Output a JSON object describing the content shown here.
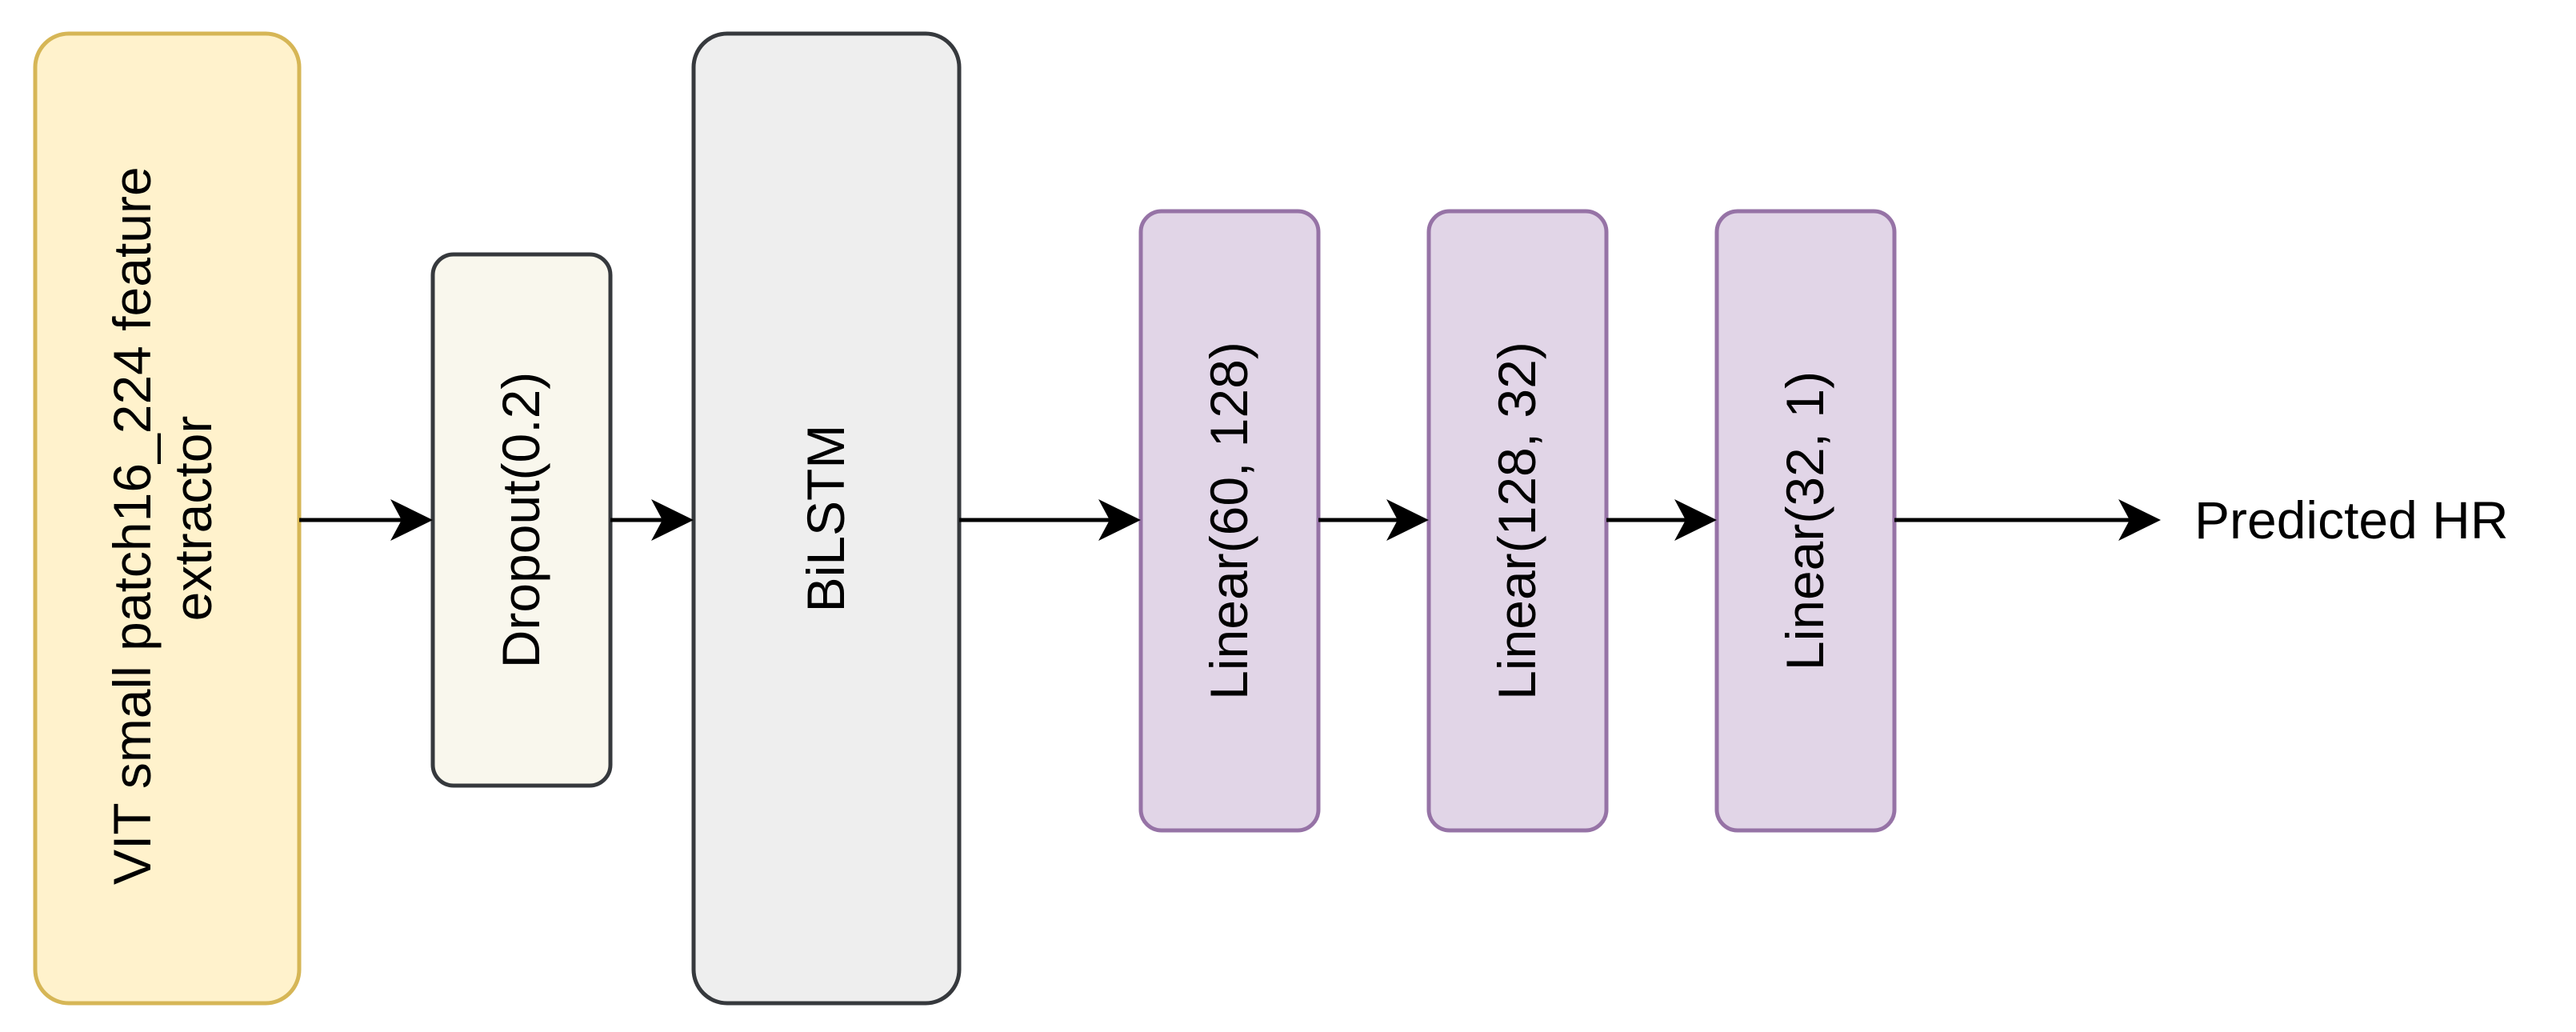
{
  "diagram": {
    "nodes": [
      {
        "id": "vit",
        "lines": [
          "VIT small patch16_224 feature",
          "extractor"
        ],
        "fill": "#fff2cc",
        "stroke": "#d6b656"
      },
      {
        "id": "dropout",
        "lines": [
          "Dropout(0.2)"
        ],
        "fill": "#f9f7ed",
        "stroke": "#36393d"
      },
      {
        "id": "bilstm",
        "lines": [
          "BiLSTM"
        ],
        "fill": "#eeeeee",
        "stroke": "#36393d"
      },
      {
        "id": "linear1",
        "lines": [
          "Linear(60, 128)"
        ],
        "fill": "#e1d5e7",
        "stroke": "#9673a6"
      },
      {
        "id": "linear2",
        "lines": [
          "Linear(128, 32)"
        ],
        "fill": "#e1d5e7",
        "stroke": "#9673a6"
      },
      {
        "id": "linear3",
        "lines": [
          "Linear(32, 1)"
        ],
        "fill": "#e1d5e7",
        "stroke": "#9673a6"
      }
    ],
    "output_label": "Predicted HR",
    "edge_color": "#000000"
  }
}
